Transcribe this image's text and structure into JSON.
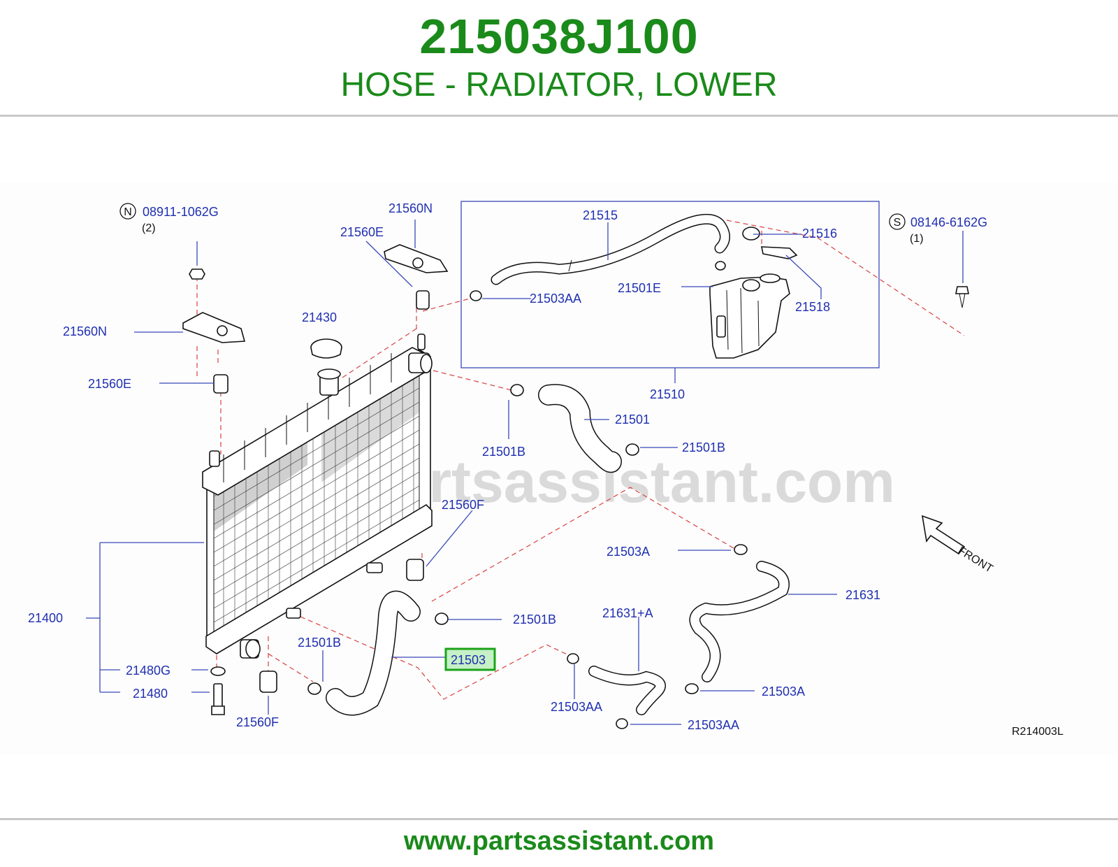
{
  "header": {
    "part_number": "215038J100",
    "part_description": "HOSE - RADIATOR, LOWER"
  },
  "diagram": {
    "watermark": "www.partsassistant.com",
    "front_label": "FRONT",
    "ref_code": "R214003L",
    "highlighted_part": "21503",
    "callouts": {
      "c08911": "08911-1062G",
      "c08911_qty": "(2)",
      "c08911_symbol": "N",
      "c21560N_top": "21560N",
      "c21560E_top": "21560E",
      "c21515": "21515",
      "c21516": "21516",
      "c08146": "08146-6162G",
      "c08146_qty": "(1)",
      "c08146_symbol": "S",
      "c21560N_left": "21560N",
      "c21430": "21430",
      "c21503AA_top": "21503AA",
      "c21501E": "21501E",
      "c21518": "21518",
      "c21560E_left": "21560E",
      "c21510": "21510",
      "c21501": "21501",
      "c21501B_a": "21501B",
      "c21501B_b": "21501B",
      "c21560F_top": "21560F",
      "c21503A_top": "21503A",
      "c21631": "21631",
      "c21400": "21400",
      "c21501B_c": "21501B",
      "c21631A": "21631+A",
      "c21501B_d": "21501B",
      "c21503": "21503",
      "c21480G": "21480G",
      "c21503A_bottom": "21503A",
      "c21480": "21480",
      "c21503AA_mid": "21503AA",
      "c21560F_bottom": "21560F",
      "c21503AA_bottom": "21503AA"
    }
  },
  "footer": {
    "url": "www.partsassistant.com"
  }
}
